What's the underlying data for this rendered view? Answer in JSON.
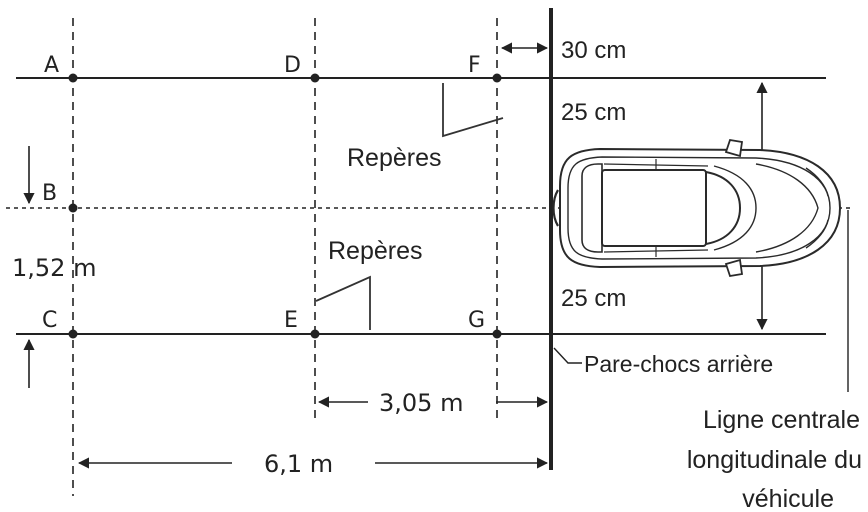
{
  "points": {
    "a": "A",
    "b": "B",
    "c": "C",
    "d": "D",
    "e": "E",
    "f": "F",
    "g": "G"
  },
  "labels": {
    "reperes_top": "Repères",
    "reperes_bottom": "Repères",
    "dim_30cm": "30 cm",
    "dim_25cm_top": "25 cm",
    "dim_25cm_bottom": "25 cm",
    "dim_152m": "1,52 m",
    "dim_305m": "3,05 m",
    "dim_61m": "6,1 m",
    "pare_chocs": "Pare-chocs arrière",
    "ligne_line1": "Ligne centrale",
    "ligne_line2": "longitudinale du",
    "ligne_line3": "véhicule"
  }
}
